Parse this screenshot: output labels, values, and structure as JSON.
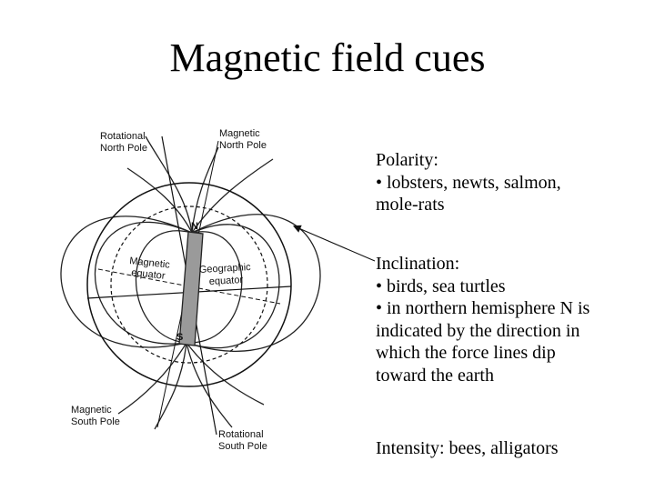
{
  "title": "Magnetic field cues",
  "diagram": {
    "rotational_north_pole": [
      "Rotational",
      "North Pole"
    ],
    "magnetic_north_pole": [
      "Magnetic",
      "North Pole"
    ],
    "magnetic_equator": [
      "Magnetic",
      "equator"
    ],
    "geographic_equator": [
      "Geographic",
      "equator"
    ],
    "magnetic_south_pole": [
      "Magnetic",
      "South Pole"
    ],
    "rotational_south_pole": [
      "Rotational",
      "South Pole"
    ],
    "magnet_north": "N",
    "magnet_south": "S"
  },
  "polarity": {
    "heading": "Polarity:",
    "lines": [
      "• lobsters, newts, salmon,",
      "mole-rats"
    ]
  },
  "inclination": {
    "heading": "Inclination:",
    "lines": [
      "• birds, sea turtles",
      "• in northern hemisphere N is",
      "indicated by the direction in",
      "which the force lines dip",
      "toward the earth"
    ]
  },
  "intensity": {
    "text": "Intensity: bees, alligators"
  }
}
